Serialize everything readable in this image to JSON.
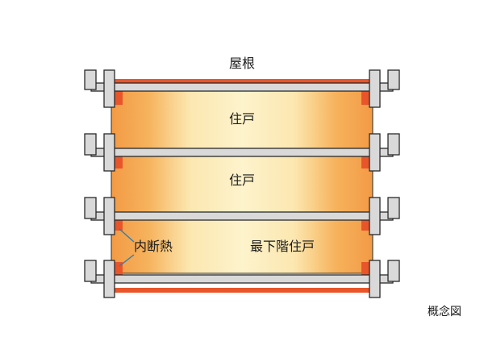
{
  "labels": {
    "roof": "屋根",
    "unit_upper": "住戸",
    "unit_middle": "住戸",
    "unit_bottom": "最下階住戸",
    "insulation": "内断熱",
    "caption": "概念図"
  },
  "colors": {
    "insulation": "#e8552a",
    "slab_fill": "#d9d9d9",
    "slab_stroke": "#2a2a2a",
    "room_edge": "#f39a45",
    "room_center": "#fdf3cc",
    "leader": "#2a7fb5"
  }
}
